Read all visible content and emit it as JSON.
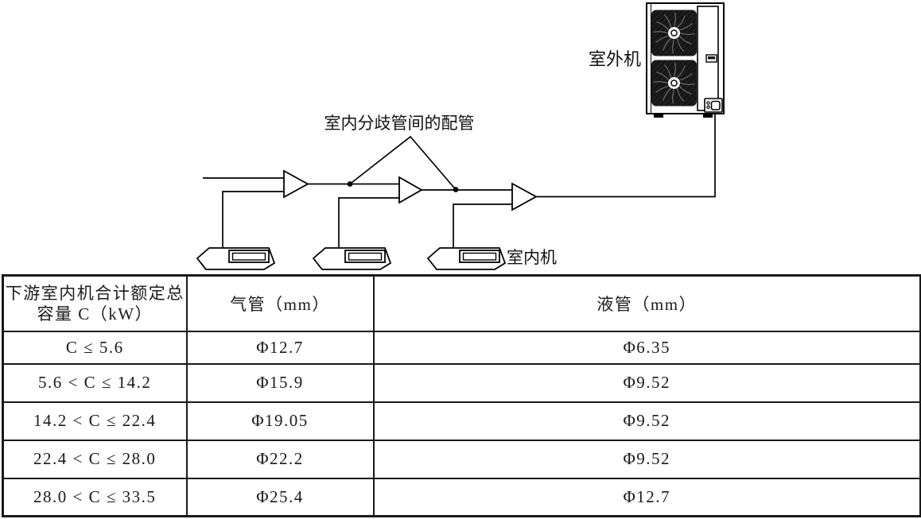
{
  "diagram": {
    "outdoor_unit_label": "室外机",
    "branch_pipe_label": "室内分歧管间的配管",
    "indoor_unit_label": "室内机"
  },
  "table": {
    "headers": {
      "capacity_line1": "下游室内机合计额定总",
      "capacity_line2": "容量 C（kW）",
      "gas_pipe": "气管（mm）",
      "liquid_pipe": "液管（mm）"
    },
    "rows": [
      {
        "capacity": "C ≤ 5.6",
        "gas": "Φ12.7",
        "liquid": "Φ6.35"
      },
      {
        "capacity": "5.6 < C ≤ 14.2",
        "gas": "Φ15.9",
        "liquid": "Φ9.52"
      },
      {
        "capacity": "14.2 < C ≤ 22.4",
        "gas": "Φ19.05",
        "liquid": "Φ9.52"
      },
      {
        "capacity": "22.4 < C ≤ 28.0",
        "gas": "Φ22.2",
        "liquid": "Φ9.52"
      },
      {
        "capacity": "28.0 < C ≤ 33.5",
        "gas": "Φ25.4",
        "liquid": "Φ12.7"
      }
    ]
  },
  "colors": {
    "ink": "#1a1a1a",
    "background": "#ffffff",
    "fan_dark": "#161616"
  }
}
